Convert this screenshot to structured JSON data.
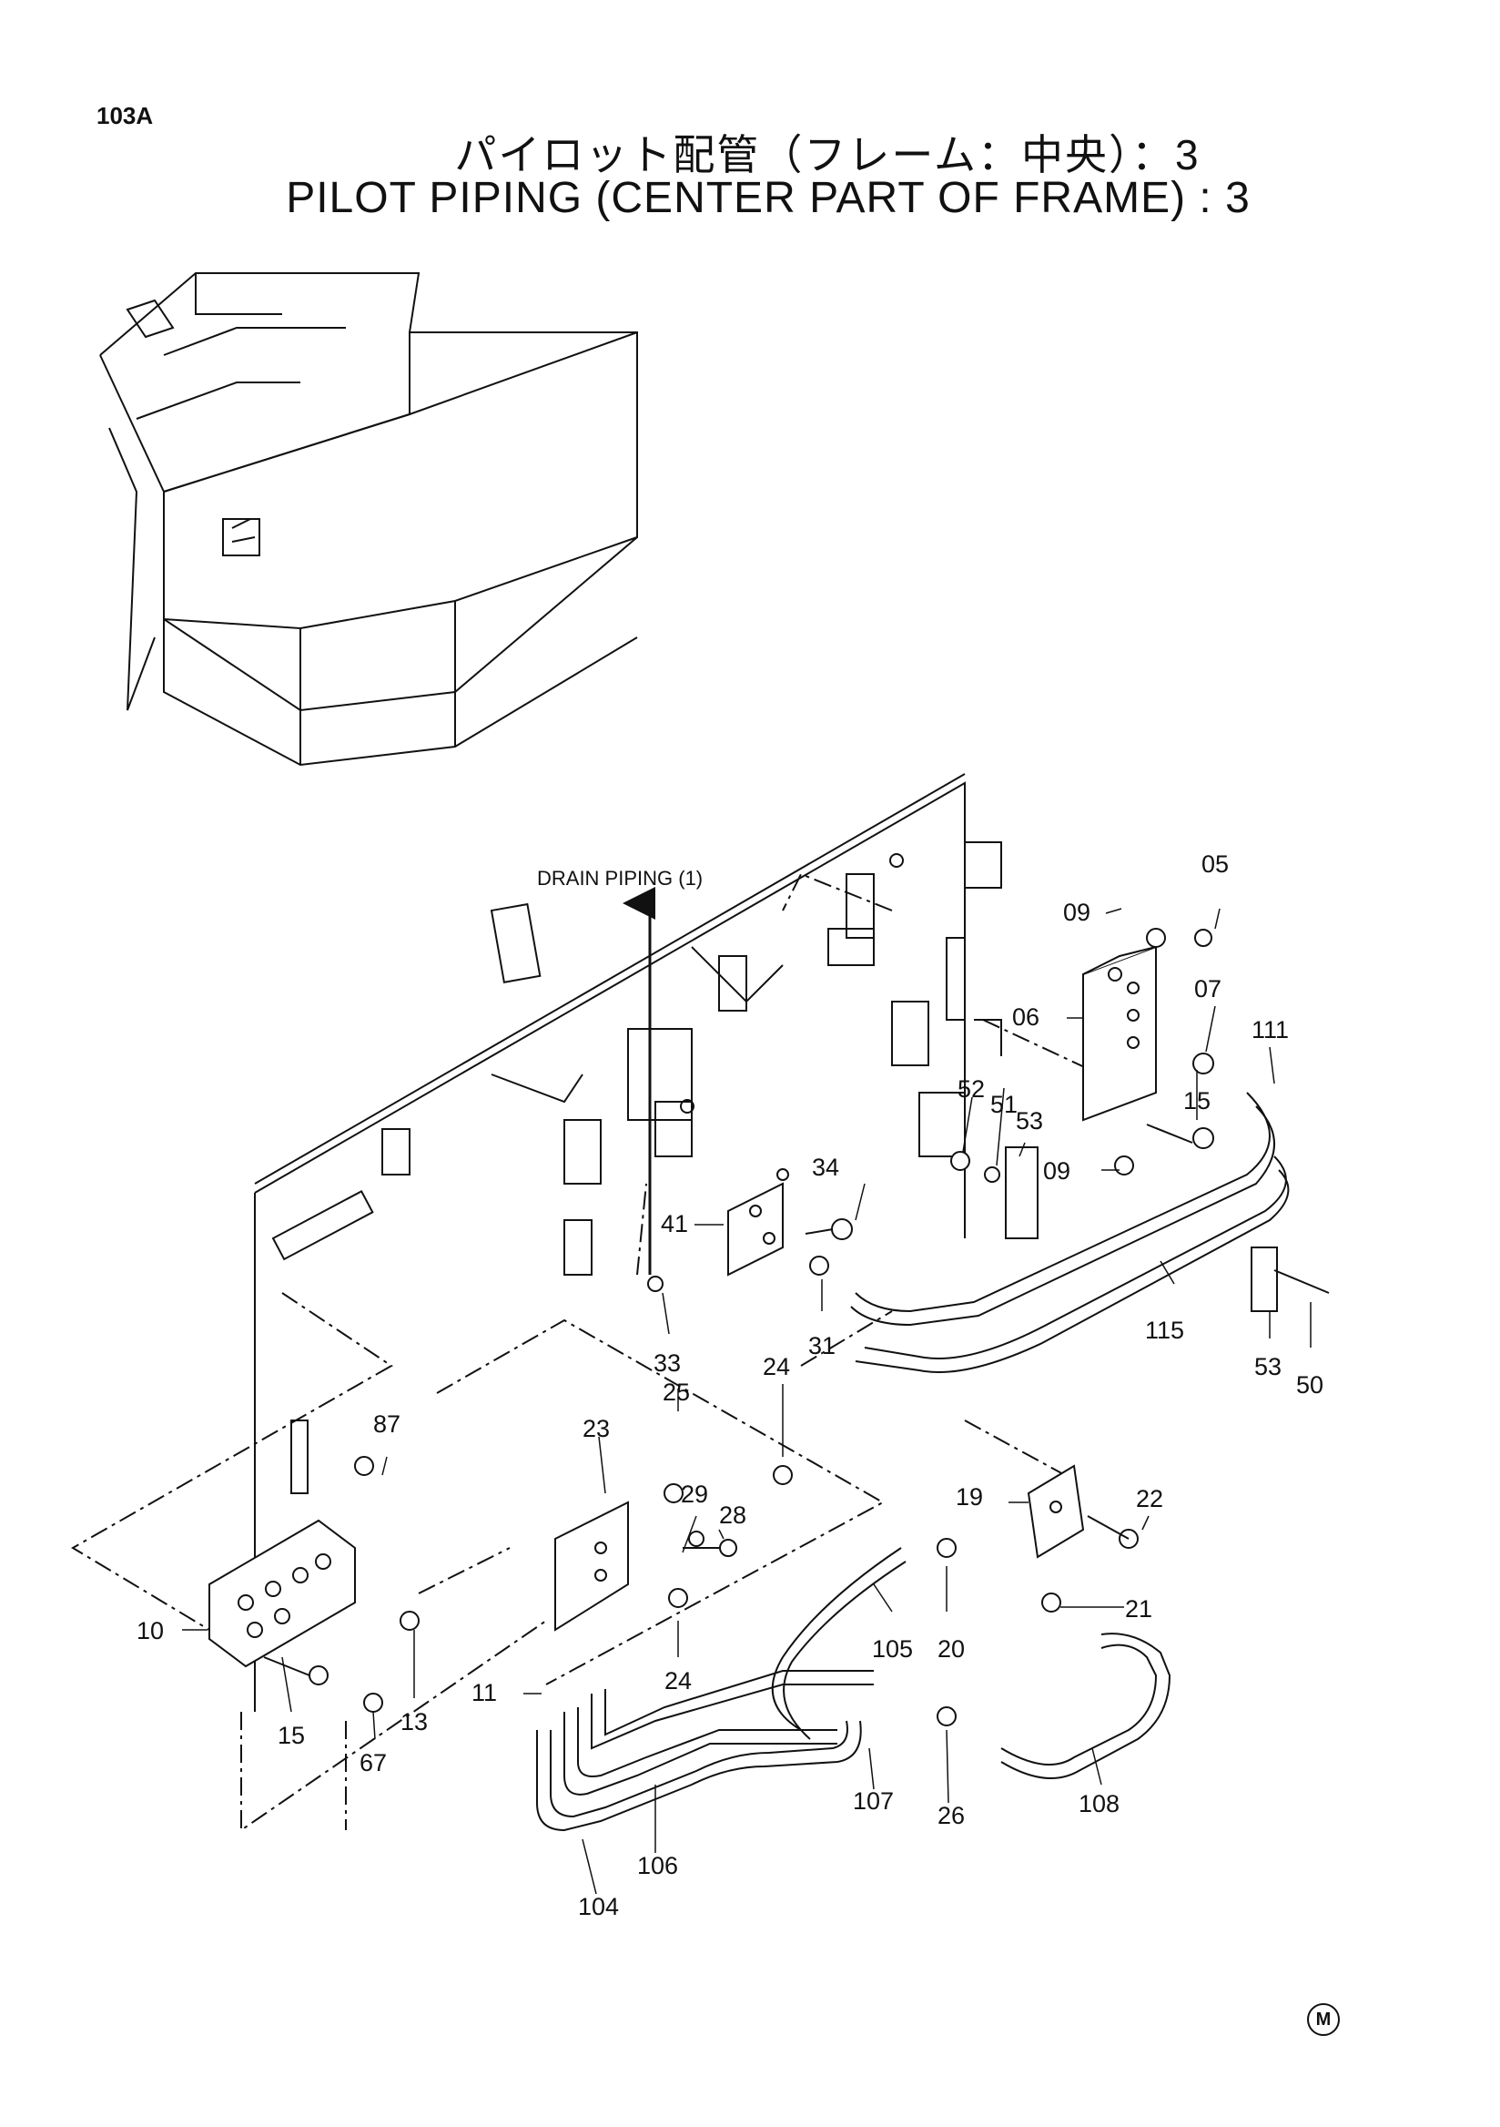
{
  "header": {
    "page_code": "103A",
    "title_jp": "パイロット配管（フレーム：中央）：3",
    "title_en": "PILOT PIPING (CENTER PART OF FRAME) : 3"
  },
  "annotations": {
    "drain_piping": "DRAIN PIPING (1)"
  },
  "part_labels": {
    "p05": "05",
    "p06": "06",
    "p07": "07",
    "p09a": "09",
    "p09b": "09",
    "p10": "10",
    "p11": "11",
    "p13": "13",
    "p15a": "15",
    "p15b": "15",
    "p19": "19",
    "p20": "20",
    "p21": "21",
    "p22": "22",
    "p23": "23",
    "p24a": "24",
    "p24b": "24",
    "p25": "25",
    "p26": "26",
    "p28": "28",
    "p29": "29",
    "p31": "31",
    "p33": "33",
    "p34": "34",
    "p41": "41",
    "p50": "50",
    "p51": "51",
    "p52": "52",
    "p53a": "53",
    "p53b": "53",
    "p67": "67",
    "p87": "87",
    "p104": "104",
    "p105": "105",
    "p106": "106",
    "p107": "107",
    "p108": "108",
    "p111": "111",
    "p115": "115"
  },
  "footer": {
    "mark": "M"
  }
}
